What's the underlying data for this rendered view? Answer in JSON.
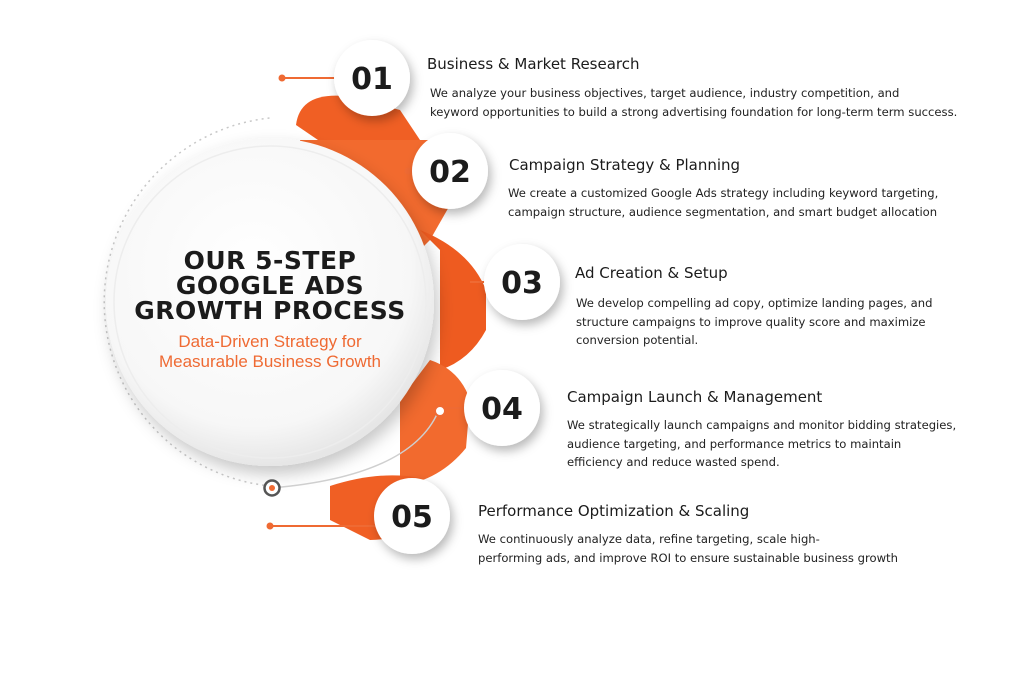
{
  "hub": {
    "title_lines": [
      "OUR 5-STEP",
      "GOOGLE ADS",
      "GROWTH PROCESS"
    ],
    "subtitle_lines": [
      "Data-Driven Strategy for",
      "Measurable Business Growth"
    ]
  },
  "colors": {
    "accent": "#ef6a33",
    "dark": "#1b1b1b"
  },
  "steps": [
    {
      "number": "01",
      "title": "Business & Market Research",
      "description_lines": [
        "We analyze your business objectives, target audience, industry competition, and",
        "keyword opportunities to build a strong advertising foundation for long-term term success."
      ]
    },
    {
      "number": "02",
      "title": "Campaign Strategy & Planning",
      "description_lines": [
        "We create a customized Google Ads strategy including keyword targeting,",
        "campaign structure, audience segmentation, and smart budget allocation"
      ]
    },
    {
      "number": "03",
      "title": "Ad Creation & Setup",
      "description_lines": [
        "We develop compelling ad copy, optimize landing pages, and",
        "structure campaigns to improve quality score and maximize",
        "conversion potential."
      ]
    },
    {
      "number": "04",
      "title": "Campaign Launch & Management",
      "description_lines": [
        "We strategically launch campaigns and monitor bidding strategies,",
        "audience targeting, and performance metrics to maintain",
        "efficiency and reduce wasted spend."
      ]
    },
    {
      "number": "05",
      "title": "Performance Optimization & Scaling",
      "description_lines": [
        "We continuously analyze data, refine targeting, scale high-",
        "performing ads, and improve ROI to ensure sustainable business growth"
      ]
    }
  ]
}
